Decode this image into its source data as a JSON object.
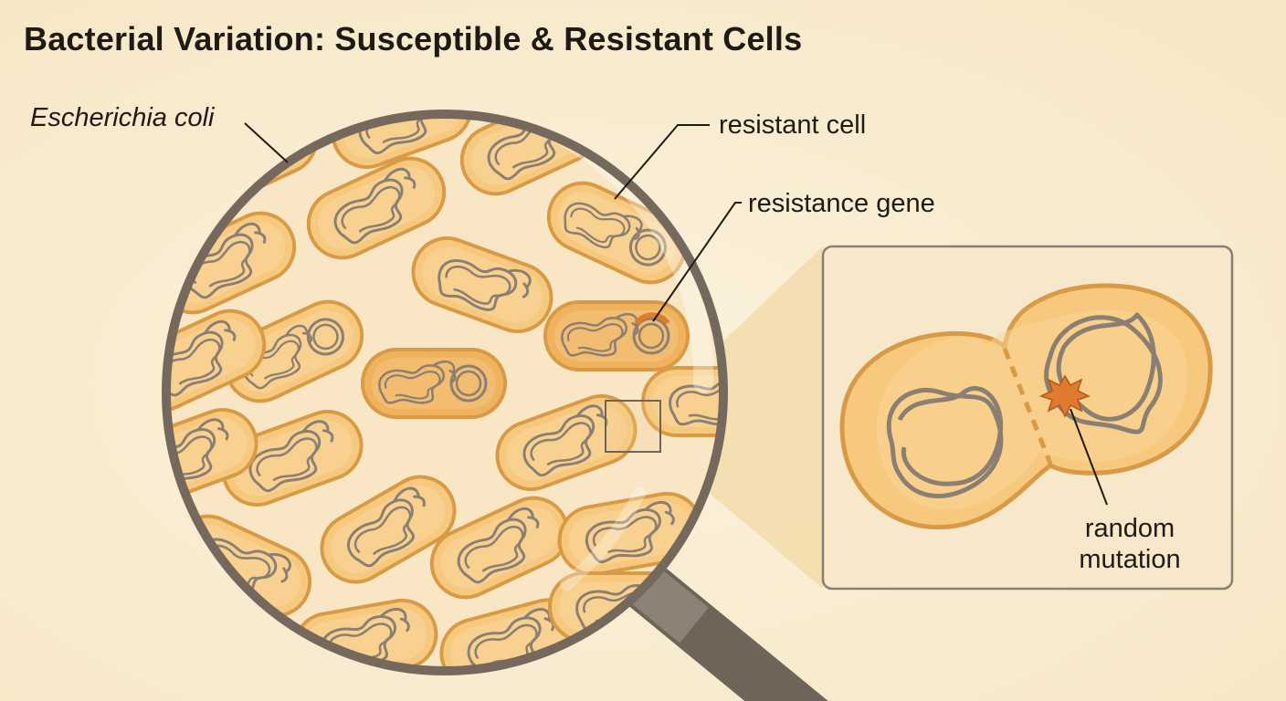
{
  "title": "Bacterial Variation: Susceptible & Resistant Cells",
  "labels": {
    "species": "Escherichia coli",
    "resistant_cell": "resistant cell",
    "resistance_gene": "resistance gene",
    "random_mutation_line1": "random",
    "random_mutation_line2": "mutation"
  },
  "colors": {
    "background": "#f8ebd0",
    "cell_fill": "#f6c97e",
    "cell_outline": "#d99a45",
    "resistant_cell_fill": "#efb35e",
    "dna": "#8a7f72",
    "magnifier_rim": "#74695c",
    "mutation_star": "#e07a2e"
  },
  "icons": [
    "magnifying-glass-icon",
    "mutation-star-icon"
  ]
}
